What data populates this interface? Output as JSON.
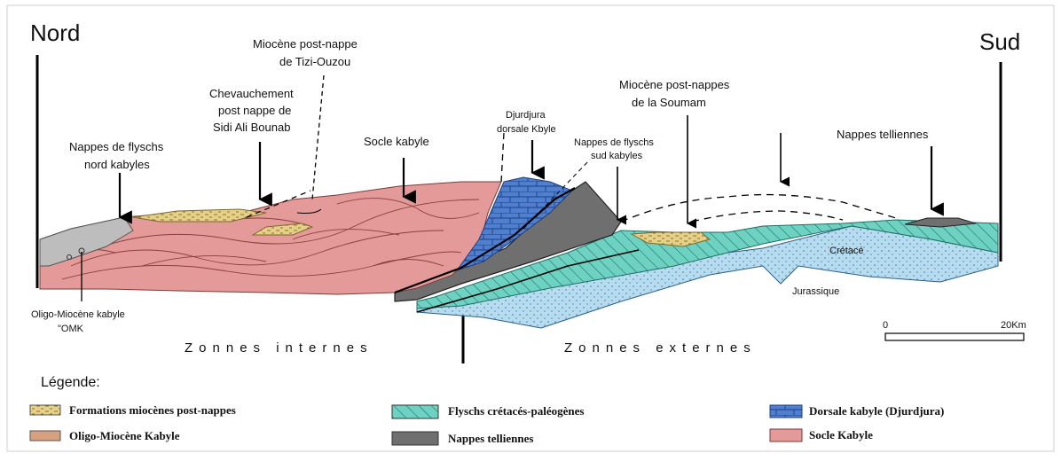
{
  "orientation": {
    "north": "Nord",
    "south": "Sud"
  },
  "labels": {
    "flysch_nord_1": "Nappes de flyschs",
    "flysch_nord_2": "nord kabyles",
    "chev_1": "Chevauchement",
    "chev_2": "post nappe de",
    "chev_3": "Sidi Ali Bounab",
    "tizi_1": "Miocène post-nappe",
    "tizi_2": "de Tizi-Ouzou",
    "socle": "Socle kabyle",
    "djurdjura_1": "Djurdjura",
    "djurdjura_2": "dorsale Kbyle",
    "flysch_sud_1": "Nappes de flyschs",
    "flysch_sud_2": "sud kabyles",
    "soumam_1": "Miocène post-nappes",
    "soumam_2": "de la Soumam",
    "telliennes": "Nappes telliennes",
    "cretace": "Crétacé",
    "jurassique": "Jurassique",
    "omk_1": "Oligo-Miocène kabyle",
    "omk_2": "\"OMK"
  },
  "zones": {
    "internes": "Zonnes internes",
    "externes": "Zonnes externes"
  },
  "scale": {
    "start": "0",
    "end": "20Km"
  },
  "legend": {
    "title": "Légende:",
    "items": [
      {
        "label": "Formations miocènes post-nappes",
        "color": "#e6cf86"
      },
      {
        "label": "Oligo-Miocène Kabyle",
        "color": "#d9a07e"
      },
      {
        "label": "Flyschs crétacés-paléogènes",
        "color": "#6ed2c2"
      },
      {
        "label": "Nappes telliennes",
        "color": "#6f6f6f"
      },
      {
        "label": "Dorsale kabyle (Djurdjura)",
        "color": "#4f7fd1"
      },
      {
        "label": "Socle Kabyle",
        "color": "#e49a98"
      }
    ]
  },
  "colors": {
    "socle": "#e49a98",
    "miocene": "#e6cf86",
    "flysch": "#6ed2c2",
    "telliennes": "#6f6f6f",
    "dorsale": "#4f7fd1",
    "cretace": "#b8dcef",
    "omk": "#bdbdbd"
  }
}
